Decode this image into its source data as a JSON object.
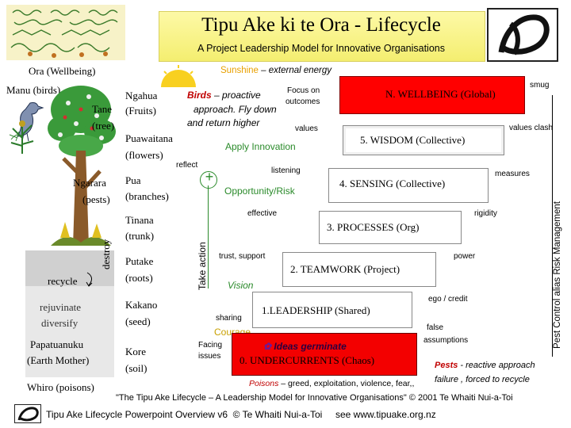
{
  "header": {
    "title": "Tipu Ake ki te Ora - Lifecycle",
    "subtitle": "A Project Leadership Model for Innovative Organisations"
  },
  "left": {
    "ora": "Ora (Wellbeing)",
    "manu": "Manu (birds)",
    "tane": "Tane",
    "tree": "(tree)",
    "ngarara": "Ngarara",
    "pests": "(pests)",
    "destroy": "destroy",
    "recycle": "recycle",
    "rejuvinate": "rejuvinate",
    "diversify": "diversify",
    "papatuanuku": "Papatuanuku",
    "earth_mother": "(Earth Mother)",
    "whiro": "Whiro (poisons)"
  },
  "tree_labels": {
    "ngahua": "Ngahua",
    "fruits": "(Fruits)",
    "puawaitana": "Puawaitana",
    "flowers": "(flowers)",
    "pua": "Pua",
    "branches": "(branches)",
    "tinana": "Tinana",
    "trunk": "(trunk)",
    "putake": "Putake",
    "roots": "(roots)",
    "kakano": "Kakano",
    "seed": "(seed)",
    "kore": "Kore",
    "soil": "(soil)"
  },
  "middle": {
    "sunshine": "Sunshine",
    "external_energy": "– external energy",
    "birds": "Birds",
    "birds_rest": "– proactive",
    "approach": "approach. Fly down",
    "return": "and return higher",
    "focus_on": "Focus on",
    "outcomes": "outcomes",
    "values": "values",
    "apply_innovation": "Apply Innovation",
    "reflect": "reflect",
    "listening": "listening",
    "plus": "+",
    "opportunity": "Opportunity/Risk",
    "effective": "effective",
    "take_action": "Take action",
    "trust_support": "trust, support",
    "vision": "Vision",
    "sharing": "sharing",
    "courage": "Courage",
    "facing": "Facing",
    "issues": "issues",
    "ideas_germinate": "Ideas germinate",
    "poisons": "Poisons",
    "poisons_rest": "– greed, exploitation, violence, fear,,"
  },
  "levels": [
    {
      "label": "N. WELLBEING",
      "qual": "(Global)"
    },
    {
      "label": "5. WISDOM",
      "qual": "(Collective)"
    },
    {
      "label": "4.  SENSING",
      "qual": "(Collective)"
    },
    {
      "label": "3.  PROCESSES",
      "qual": "(Org)"
    },
    {
      "label": "2. TEAMWORK",
      "qual": "(Project)"
    },
    {
      "label": "1.LEADERSHIP",
      "qual": "(Shared)"
    },
    {
      "label": "0. UNDERCURRENTS",
      "qual": "(Chaos)"
    }
  ],
  "right": {
    "smug": "smug",
    "values_clash": "values clash",
    "measures": "measures",
    "rigidity": "rigidity",
    "power": "power",
    "ego_credit": "ego / credit",
    "false": "false",
    "assumptions": "assumptions",
    "pests": "Pests",
    "pests_rest": "- reactive approach",
    "failure": "failure ,  forced to recycle",
    "pest_control": "Pest Control  alias Risk Management"
  },
  "footer": {
    "citation": "\"The Tipu Ake Lifecycle  – A Leadership Model for Innovative Organisations\"  © 2001 Te Whaiti Nui-a-Toi",
    "overview": "Tipu Ake Lifecycle Powerpoint Overview v6  © Te Whaiti Nui-a-Toi     see www.tipuake.org.nz"
  },
  "colors": {
    "sunshine": "#e8a000",
    "birds": "#c00000",
    "green": "#2a8a2a",
    "wellbeing_red": "#ff0000",
    "ideas_purple": "#6a1a9a",
    "pests_red": "#c00000",
    "title_yellow": "#f8f290"
  },
  "icons": [
    "swirl-logo-icon",
    "bird-icon",
    "plant-icon",
    "tree-icon",
    "sun-icon",
    "swirl-logo-footer-icon",
    "logo-d-icon"
  ]
}
